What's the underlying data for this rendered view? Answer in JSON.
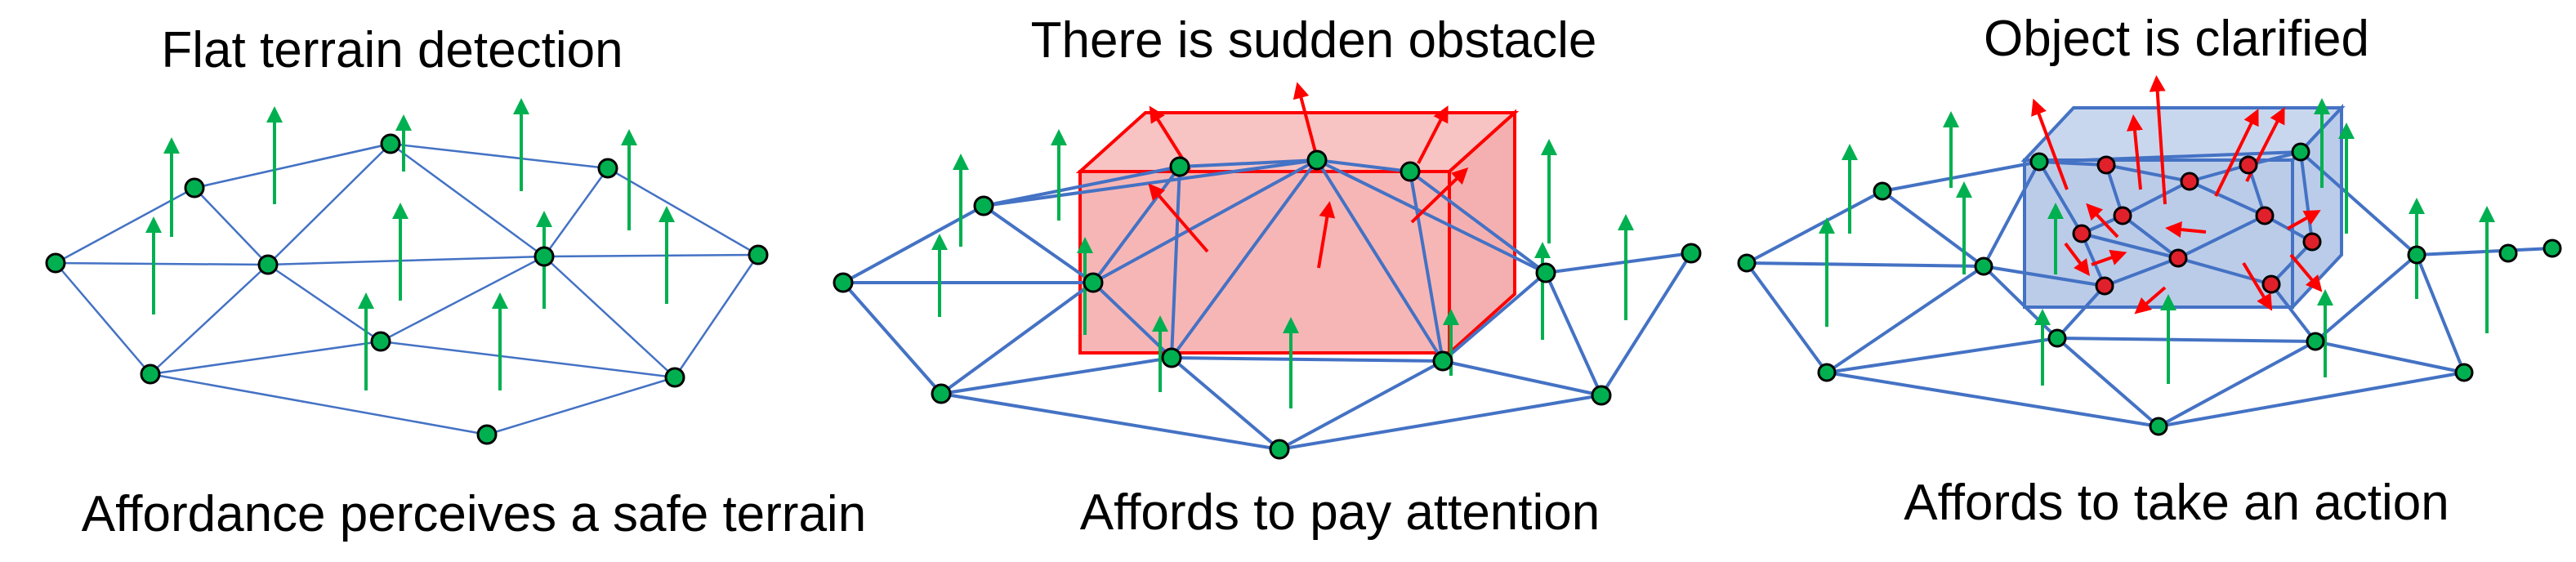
{
  "panels": [
    {
      "id": "flat",
      "title": "Flat terrain detection",
      "caption": "Affordance perceives a safe terrain"
    },
    {
      "id": "obstacle",
      "title": "There is sudden obstacle",
      "caption": "Affords to pay attention"
    },
    {
      "id": "clarified",
      "title": "Object is clarified",
      "caption": "Affords to take an action"
    }
  ],
  "colors": {
    "mesh": "#4472C4",
    "node": "#00B050",
    "normal_arrow": "#00B050",
    "obstacle_arrow": "#FF0000",
    "obstacle_box": "#F4A6A6",
    "object_box": "#B4C7E7",
    "object_node": "#E0202A"
  }
}
